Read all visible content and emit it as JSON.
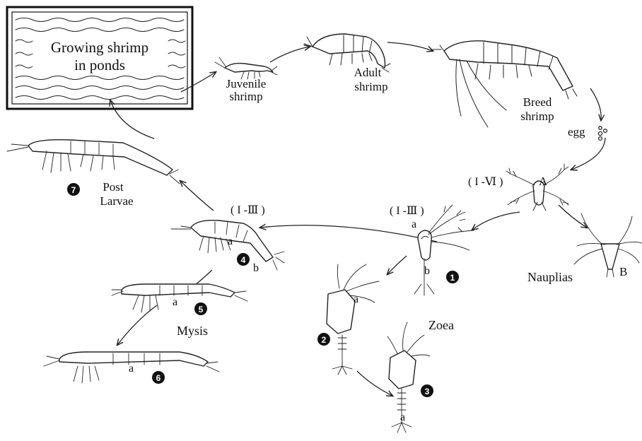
{
  "pond_box": {
    "line1": "Growing shrimp",
    "line2": "in ponds"
  },
  "stages": {
    "juvenile": {
      "line1": "Juvenile",
      "line2": "shrimp"
    },
    "adult": {
      "line1": "Adult",
      "line2": "shrimp"
    },
    "breed": {
      "line1": "Breed",
      "line2": "shrimp"
    },
    "egg": "egg",
    "nauplius_roman": "( I -Ⅵ )",
    "nauplius_a": "A",
    "nauplius_b": "B",
    "nauplius_name": "Nauplias",
    "zoea_roman": "( I -Ⅲ )",
    "zoea_a": "a",
    "zoea_b": "b",
    "zoea_name": "Zoea",
    "zoea2_a": "a",
    "zoea3_a": "a",
    "mysis_roman": "( I -Ⅲ )",
    "mysis4_a": "a",
    "mysis4_b": "b",
    "mysis5_a": "a",
    "mysis6_a": "a",
    "mysis_name": "Mysis",
    "post_larvae": {
      "line1": "Post",
      "line2": "Larvae"
    }
  },
  "markers": {
    "m1": "1",
    "m2": "2",
    "m3": "3",
    "m4": "4",
    "m5": "5",
    "m6": "6",
    "m7": "7"
  }
}
